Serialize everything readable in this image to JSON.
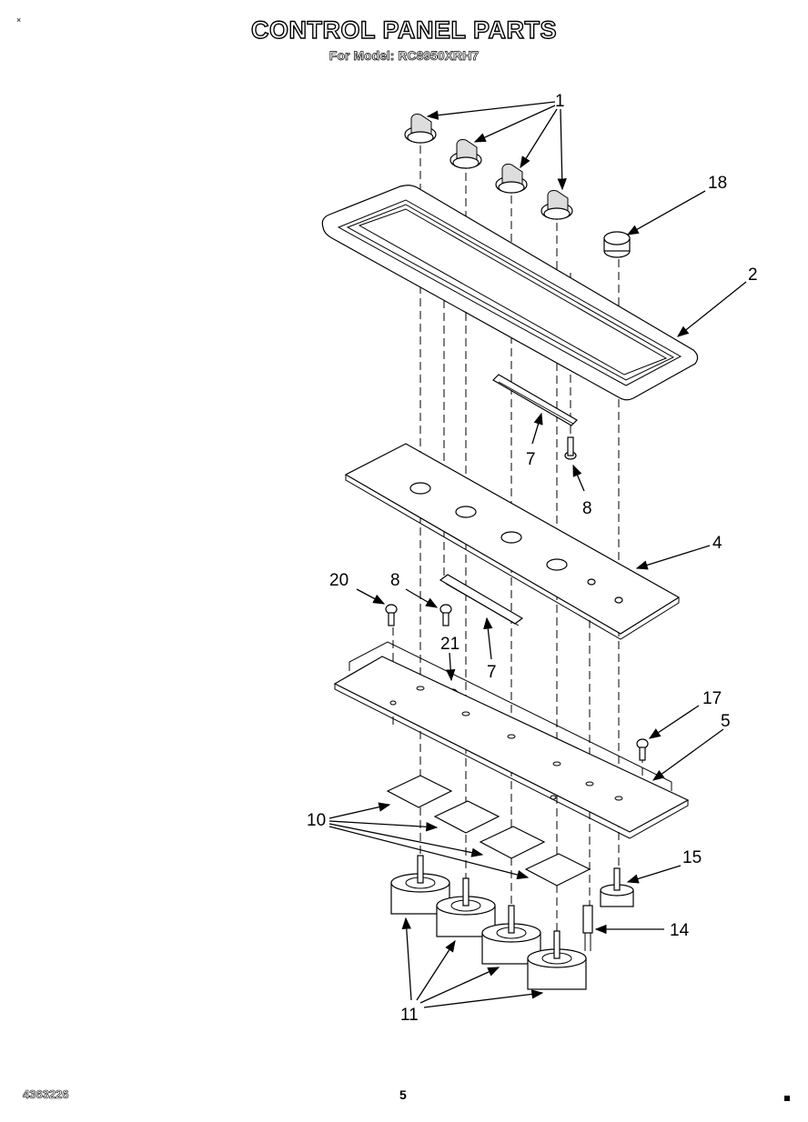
{
  "header": {
    "title": "CONTROL PANEL PARTS",
    "subtitle": "For Model: RC8950XRH7"
  },
  "footer": {
    "doc_number": "4363226",
    "page_number": "5"
  },
  "callouts": [
    "1",
    "18",
    "2",
    "7",
    "8",
    "4",
    "20",
    "8",
    "21",
    "7",
    "17",
    "5",
    "10",
    "15",
    "14",
    "11"
  ]
}
